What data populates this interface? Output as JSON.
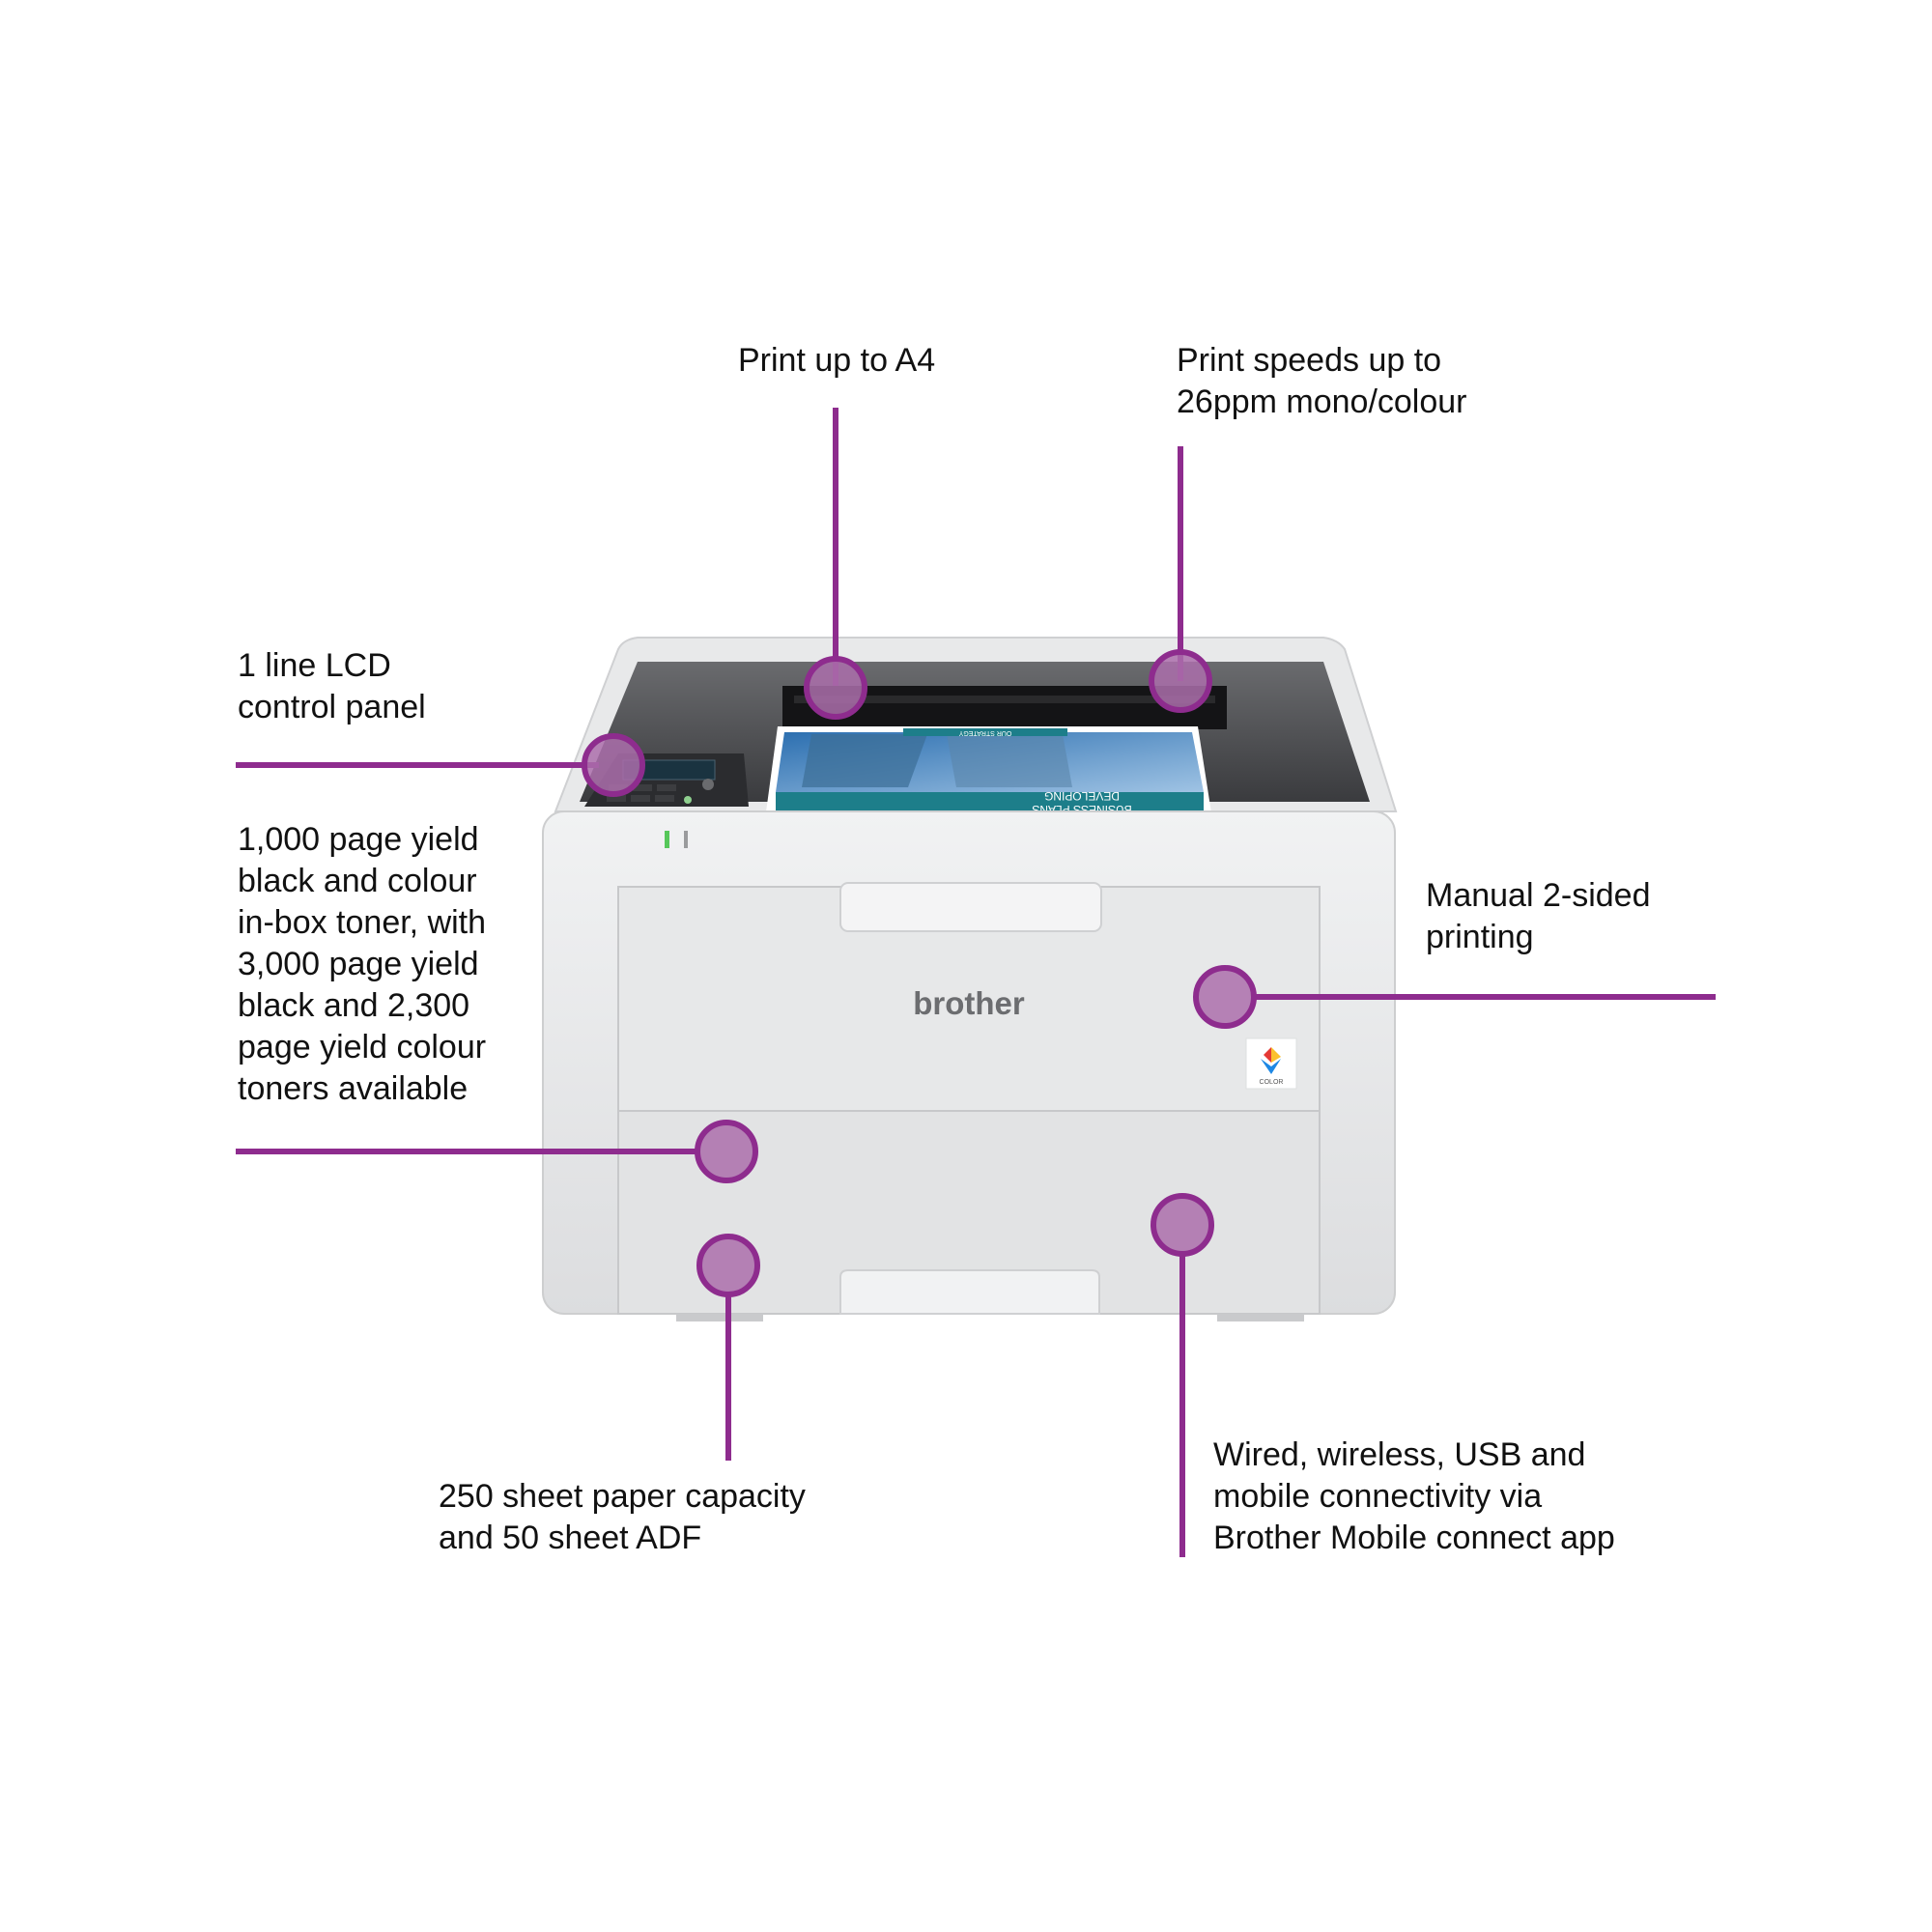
{
  "callouts": {
    "print_size": "Print up to A4",
    "print_speed": "Print speeds up to\n26ppm mono/colour",
    "lcd": "1 line LCD\ncontrol panel",
    "toner": "1,000 page yield\nblack and colour\nin-box toner, with\n3,000 page yield\nblack and 2,300\npage yield colour\ntoners available",
    "duplex": "Manual 2-sided\nprinting",
    "paper": "250 sheet paper capacity\nand 50 sheet ADF",
    "connectivity": "Wired, wireless, USB and\nmobile connectivity via\nBrother Mobile connect app"
  },
  "product": {
    "brand": "brother",
    "color_badge": "COLOR",
    "printout_title_1": "DEVELOPING",
    "printout_title_2": "BUSINESS PLANS",
    "printout_header": "OUR STRATEGY"
  },
  "colors": {
    "accent": "#8e2c8e",
    "marker_fill": "#ac6eac"
  }
}
